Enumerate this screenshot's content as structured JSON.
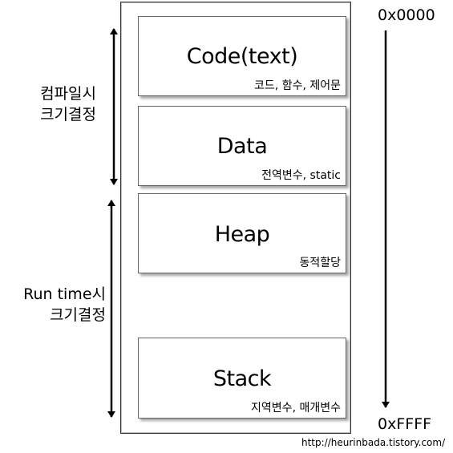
{
  "address": {
    "start": "0x0000",
    "end": "0xFFFF"
  },
  "side_labels": {
    "compile": [
      "컴파일시",
      "크기결정"
    ],
    "runtime": [
      "Run time시",
      "크기결정"
    ]
  },
  "segments": [
    {
      "title": "Code(text)",
      "desc": "코드, 함수, 제어문"
    },
    {
      "title": "Data",
      "desc": "전역변수, static"
    },
    {
      "title": "Heap",
      "desc": "동적할당"
    },
    {
      "title": "Stack",
      "desc": "지역변수, 매개변수"
    }
  ],
  "credit": "http://heurinbada.tistory.com/"
}
